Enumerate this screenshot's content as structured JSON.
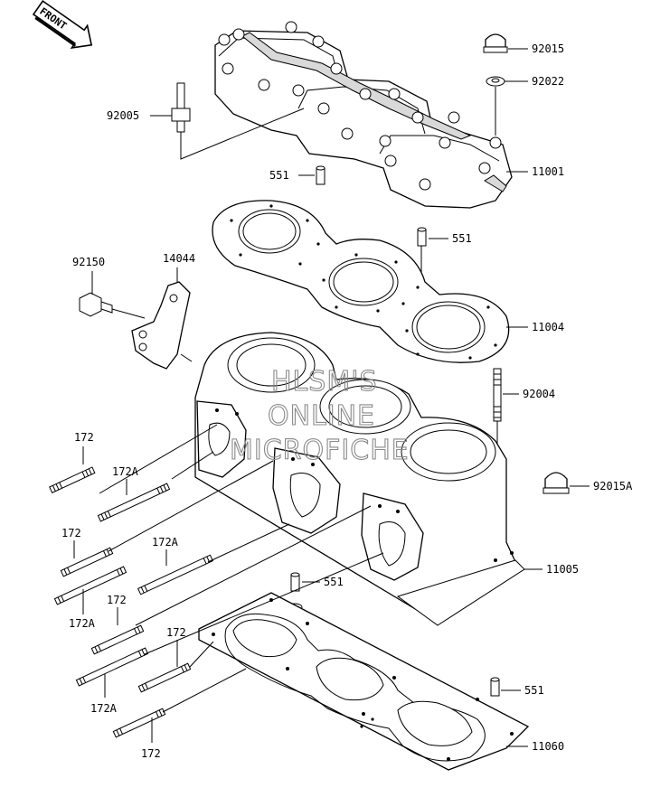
{
  "front_arrow": {
    "label": "FRONT"
  },
  "watermark": {
    "lines": [
      "HLSM'S",
      "ONLINE",
      "MICROFICHE"
    ]
  },
  "parts": [
    {
      "id": "p92015",
      "label": "92015"
    },
    {
      "id": "p92022",
      "label": "92022"
    },
    {
      "id": "p92005",
      "label": "92005"
    },
    {
      "id": "p11001",
      "label": "11001"
    },
    {
      "id": "p551a",
      "label": "551"
    },
    {
      "id": "p551b",
      "label": "551"
    },
    {
      "id": "p92150",
      "label": "92150"
    },
    {
      "id": "p14044",
      "label": "14044"
    },
    {
      "id": "p11004",
      "label": "11004"
    },
    {
      "id": "p92004",
      "label": "92004"
    },
    {
      "id": "p172a",
      "label": "172"
    },
    {
      "id": "p172Aa",
      "label": "172A"
    },
    {
      "id": "p92015A",
      "label": "92015A"
    },
    {
      "id": "p172b",
      "label": "172"
    },
    {
      "id": "p172Ab",
      "label": "172A"
    },
    {
      "id": "p172Ac",
      "label": "172A"
    },
    {
      "id": "p11005",
      "label": "11005"
    },
    {
      "id": "p551c",
      "label": "551"
    },
    {
      "id": "p172c",
      "label": "172"
    },
    {
      "id": "p172d",
      "label": "172"
    },
    {
      "id": "p172Ad",
      "label": "172A"
    },
    {
      "id": "p551d",
      "label": "551"
    },
    {
      "id": "p11060",
      "label": "11060"
    },
    {
      "id": "p172e",
      "label": "172"
    }
  ]
}
